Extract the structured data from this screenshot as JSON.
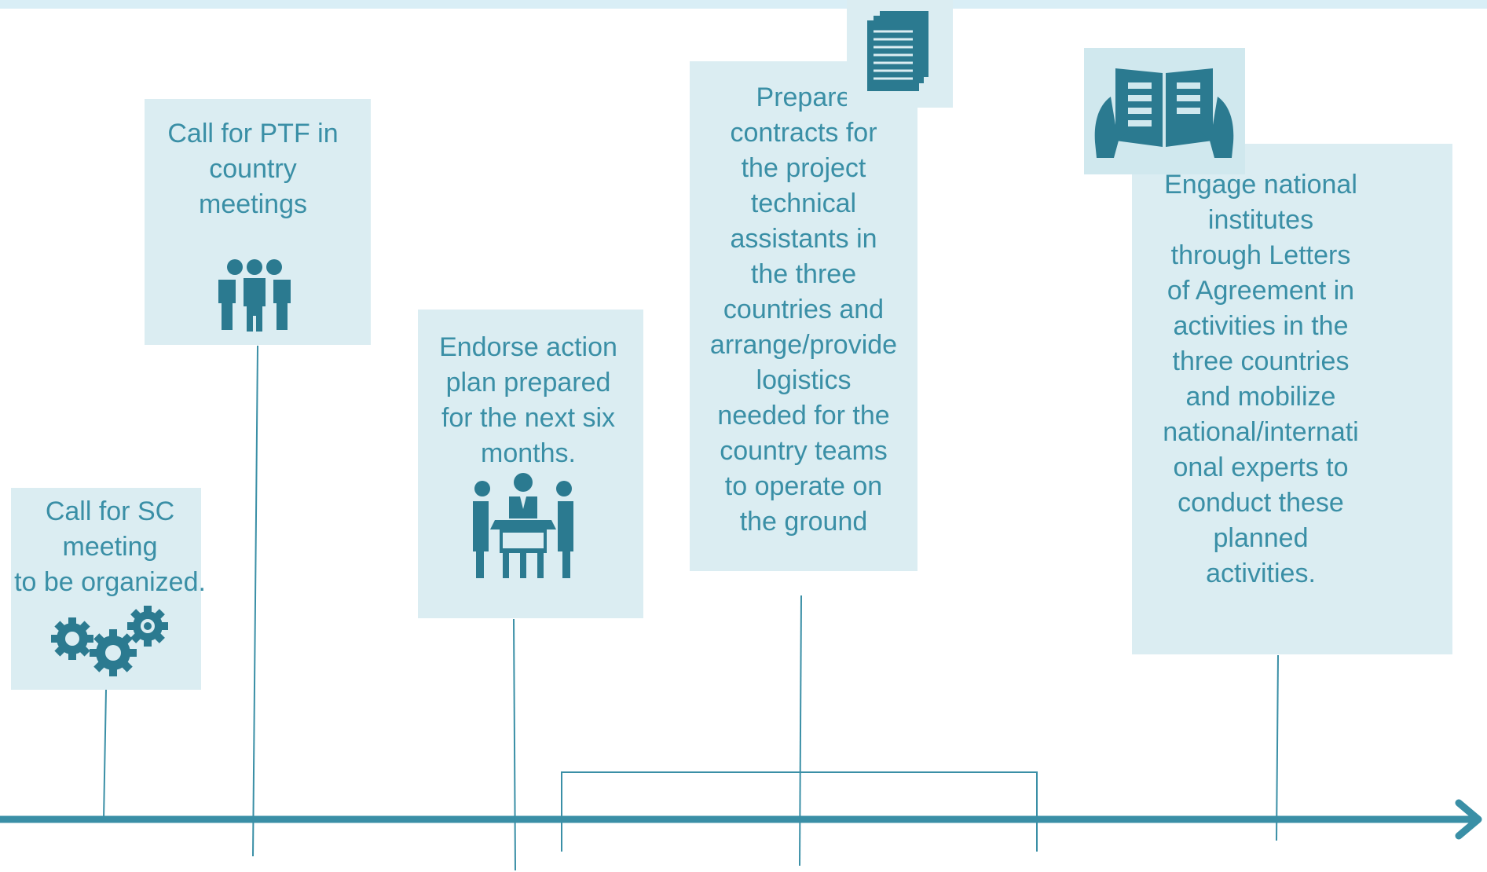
{
  "milestones": [
    {
      "id": "sc",
      "text": "Call for SC\nmeeting\nto be organized.",
      "icon": "gears-icon"
    },
    {
      "id": "ptf",
      "text": "Call for PTF in\ncountry\nmeetings",
      "icon": "people-group-icon"
    },
    {
      "id": "endorse",
      "text": "Endorse action\nplan prepared\nfor the next six\nmonths.",
      "icon": "meeting-table-icon"
    },
    {
      "id": "contracts",
      "text": "Prepare\ncontracts for\nthe project\ntechnical\nassistants in\nthe three\ncountries and\narrange/provide\nlogistics\nneeded for the\ncountry teams\nto operate on\nthe ground",
      "icon": "documents-icon"
    },
    {
      "id": "engage",
      "text": "Engage national\ninstitutes\nthrough Letters\nof Agreement in\nactivities in the\nthree countries\nand mobilize\nnational/internati\nonal experts to\nconduct these\nplanned\nactivities.",
      "icon": "open-book-icon"
    }
  ],
  "colors": {
    "accent": "#3a8fa6",
    "icon": "#2b7a90",
    "card": "#dbedf2",
    "timeline": "#3a8fa6"
  }
}
